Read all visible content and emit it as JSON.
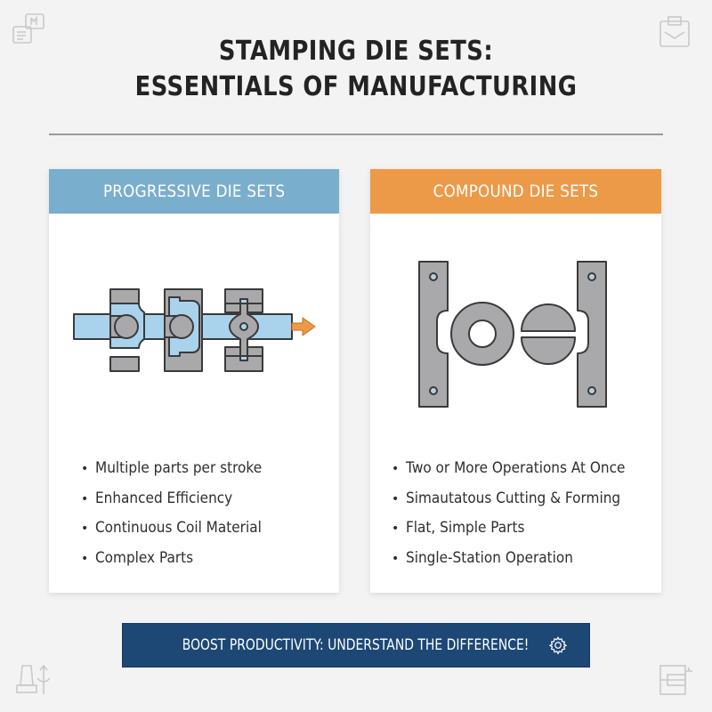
{
  "title": {
    "line1": "STAMPING DIE SETS:",
    "line2": "ESSENTIALS OF MANUFACTURING"
  },
  "corner_icons": [
    "document-chat-icon",
    "clipboard-icon",
    "press-machine-icon",
    "die-block-icon"
  ],
  "panels": [
    {
      "id": "progressive",
      "header": "PROGRESSIVE DIE SETS",
      "header_color": "#7aaecd",
      "diagram": "progressive-die-strip-diagram",
      "bullets": [
        "Multiple parts per stroke",
        "Enhanced Efficiency",
        "Continuous Coil Material",
        "Complex Parts"
      ]
    },
    {
      "id": "compound",
      "header": "COMPOUND DIE SETS",
      "header_color": "#ec9a48",
      "diagram": "compound-die-diagram",
      "bullets": [
        "Two or More Operations At Once",
        "Simautatous Cutting & Forming",
        "Flat, Simple Parts",
        "Single-Station Operation"
      ]
    }
  ],
  "banner": {
    "text": "BOOST PRODUCTIVITY: UNDERSTAND THE DIFFERENCE!",
    "icon": "gear-icon",
    "color": "#1d4775"
  },
  "colors": {
    "background": "#f3f3f3",
    "metal_gray": "#a9a9ab",
    "strip_blue": "#a9d3ec",
    "arrow_orange": "#ec9a48",
    "outline": "#3a3a3a"
  },
  "bullet_glyph": "•"
}
